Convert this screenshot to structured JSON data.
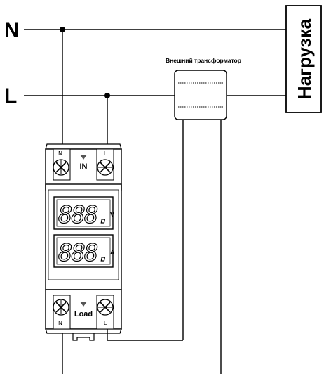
{
  "conductors": {
    "neutral": "N",
    "line": "L"
  },
  "load": {
    "label": "Нагрузка"
  },
  "transformer": {
    "label": "Внешний трансформатор"
  },
  "device": {
    "input": {
      "label": "IN",
      "terminal_n": "N",
      "terminal_l": "L"
    },
    "output": {
      "label": "Load",
      "terminal_n": "N",
      "terminal_l": "L"
    },
    "display_voltage": {
      "reading": "888.",
      "unit": "V"
    },
    "display_current": {
      "reading": "888.",
      "unit": "A"
    }
  }
}
